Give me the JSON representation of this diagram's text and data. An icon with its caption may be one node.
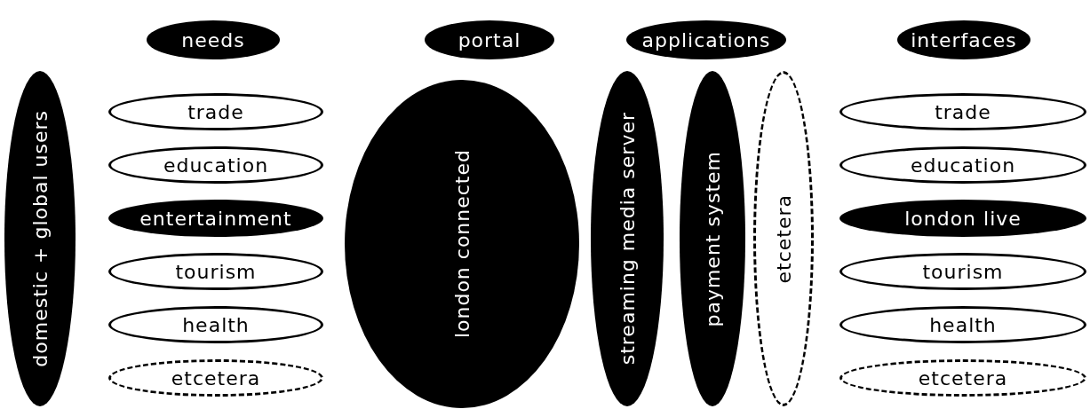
{
  "diagram": {
    "nodes": [
      {
        "text": [
          "needs"
        ]
      },
      {
        "text": [
          "portal"
        ]
      },
      {
        "text": [
          "applications"
        ]
      },
      {
        "text": [
          "interfaces"
        ]
      },
      {
        "text": [
          "domestic + global users"
        ]
      },
      {
        "text": [
          "trade"
        ]
      },
      {
        "text": [
          "education"
        ]
      },
      {
        "text": [
          "entertainment"
        ]
      },
      {
        "text": [
          "tourism"
        ]
      },
      {
        "text": [
          "health"
        ]
      },
      {
        "text": [
          "etcetera"
        ]
      },
      {
        "text": [
          "london connected"
        ]
      },
      {
        "text": [
          "streaming media server"
        ]
      },
      {
        "text": [
          "payment system"
        ]
      },
      {
        "text": [
          "etcetera"
        ]
      },
      {
        "text": [
          "trade"
        ]
      },
      {
        "text": [
          "education"
        ]
      },
      {
        "text": [
          "london live"
        ]
      },
      {
        "text": [
          "tourism"
        ]
      },
      {
        "text": [
          "health"
        ]
      },
      {
        "text": [
          "etcetera"
        ]
      }
    ]
  }
}
